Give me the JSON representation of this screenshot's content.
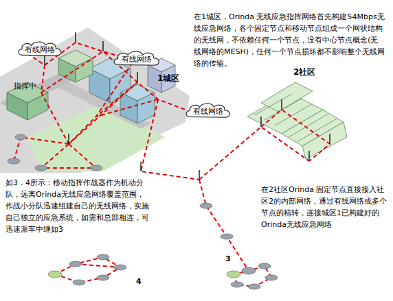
{
  "diagram": {
    "nodes": [
      {
        "text": [
          "有线网络"
        ]
      },
      {
        "text": [
          "有线网络"
        ]
      },
      {
        "text": [
          "有线网络"
        ]
      }
    ],
    "labels": [
      "在1城区，Orinda 无线应急指挥网络首先构建54Mbps无线应急网络，各个固定节点和移动节点组成一个网状结构的无线网，不依赖任何一个节点，没有中心节点概念(无线网络的MESH)，任何一个节点损坏都不影响整个无线网络的传输。",
      "1城区",
      "2社区",
      "指挥中",
      "如3．4所示：移动指挥作战器作为机动分队，远离Orinda无线应急网络覆盖范围，作战小分队迅速组建自己的无线网络，实施自己独立的应急系统，如需和总部相连，可迅速派车中继如3",
      "在2社区Orinda 固定节点直接接入社区2的内部网络，通过有线网络或多个节点的精转，连接城区1已构建好的Orinda无线应急网络",
      "3",
      "4"
    ]
  }
}
